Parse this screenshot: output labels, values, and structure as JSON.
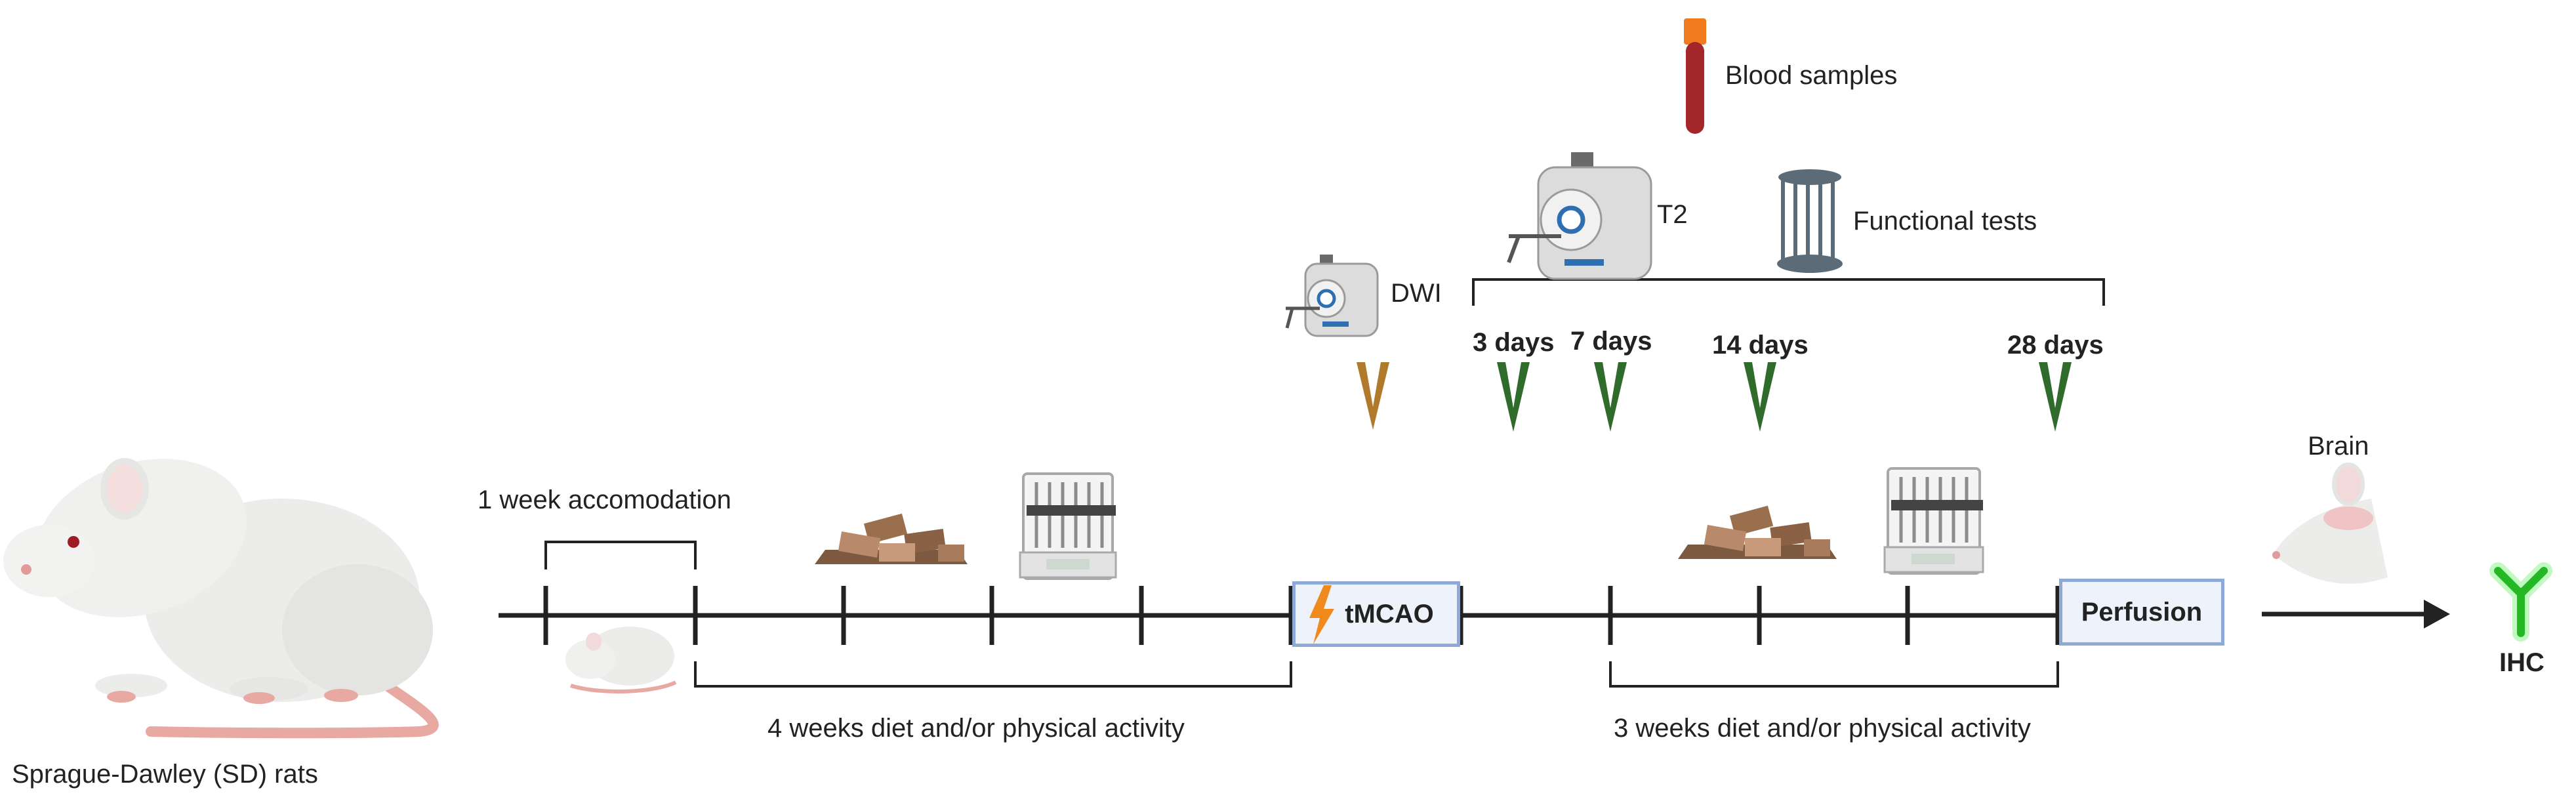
{
  "subject": {
    "label": "Sprague-Dawley (SD) rats"
  },
  "accommodation": {
    "label": "1 week accomodation"
  },
  "pre_period": {
    "label": "4 weeks diet and/or physical activity"
  },
  "post_period": {
    "label": "3 weeks diet and/or physical activity"
  },
  "procedure": {
    "label": "tMCAO"
  },
  "endpoint": {
    "label": "Perfusion"
  },
  "imaging": {
    "dwi_label": "DWI",
    "t2_label": "T2"
  },
  "blood": {
    "label": "Blood samples"
  },
  "functional": {
    "label": "Functional tests"
  },
  "timepoints": [
    "3 days",
    "7 days",
    "14 days",
    "28 days"
  ],
  "brain": {
    "label": "Brain"
  },
  "ihc": {
    "label": "IHC"
  },
  "colors": {
    "timeline": "#222222",
    "timepoint_marker": "#2f6b2a",
    "dwi_marker": "#b07a2a",
    "box_border": "#8ea9d8",
    "box_fill": "#eef3fb",
    "blood_tube": "#a3262a",
    "antibody": "#3de03d"
  },
  "icons": [
    "rat-icon",
    "sleeping-rat-icon",
    "food-pellets-icon",
    "cage-scale-icon",
    "mri-scanner-icon",
    "blood-tube-icon",
    "functional-cage-icon",
    "lightning-icon",
    "rat-head-icon",
    "antibody-icon",
    "arrow-icon"
  ]
}
